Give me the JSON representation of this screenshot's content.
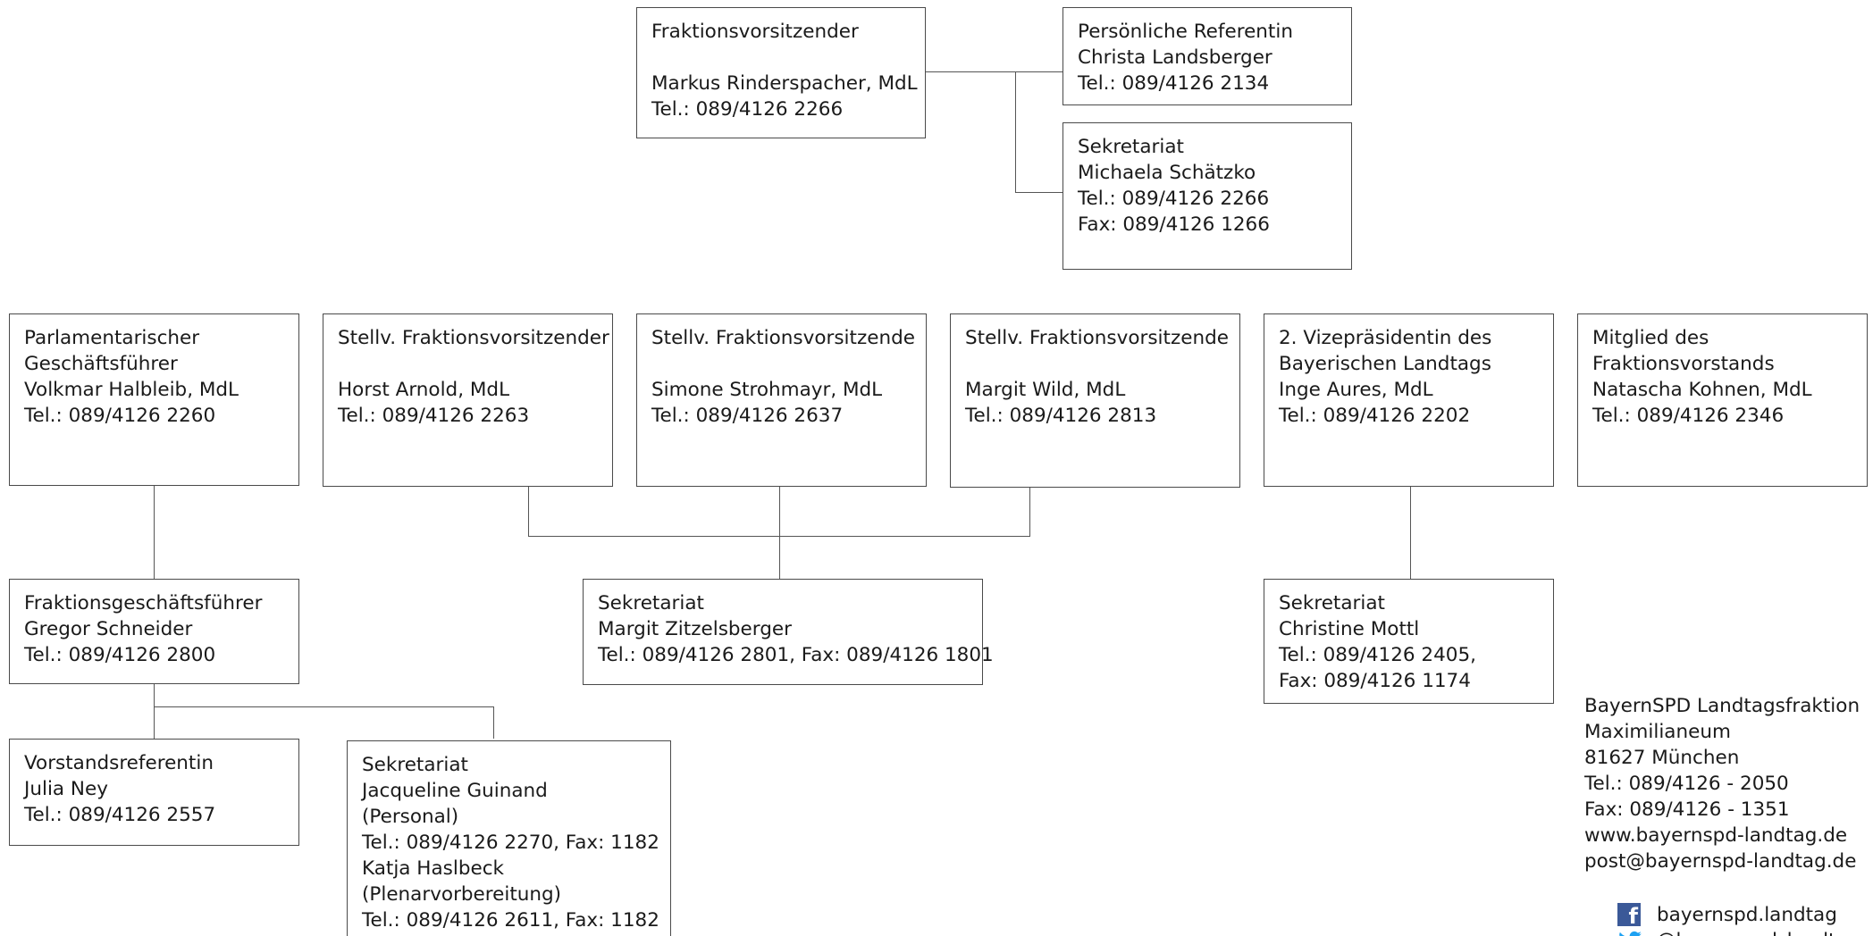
{
  "top": {
    "chair": {
      "title": "Fraktionsvorsitzender",
      "name": "Markus Rinderspacher, MdL",
      "tel": "Tel.: 089/4126 2266"
    },
    "referentin": {
      "title": "Persönliche Referentin",
      "name": "Christa Landsberger",
      "tel": "Tel.: 089/4126 2134"
    },
    "secretariat": {
      "title": "Sekretariat",
      "name": "Michaela Schätzko",
      "tel": "Tel.: 089/4126  2266",
      "fax": "Fax: 089/4126 1266"
    }
  },
  "deputies": [
    {
      "title1": "Parlamentarischer",
      "title2": "Geschäftsführer",
      "name": "Volkmar Halbleib, MdL",
      "tel": "Tel.: 089/4126 2260"
    },
    {
      "title1": "Stellv. Fraktionsvorsitzender",
      "name": "Horst Arnold, MdL",
      "tel": "Tel.: 089/4126 2263"
    },
    {
      "title1": "Stellv. Fraktionsvorsitzende",
      "name": "Simone Strohmayr, MdL",
      "tel": "Tel.: 089/4126 2637"
    },
    {
      "title1": "Stellv. Fraktionsvorsitzende",
      "name": "Margit Wild, MdL",
      "tel": "Tel.: 089/4126 2813"
    },
    {
      "title1": "2. Vizepräsidentin des",
      "title2": "Bayerischen Landtags",
      "name": "Inge Aures, MdL",
      "tel": "Tel.: 089/4126 2202"
    },
    {
      "title1": "Mitglied des",
      "title2": "Fraktionsvorstands",
      "name": "Natascha Kohnen, MdL",
      "tel": "Tel.: 089/4126 2346"
    }
  ],
  "managing_director": {
    "title": "Fraktionsgeschäftsführer",
    "name": "Gregor Schneider",
    "tel": "Tel.: 089/4126 2800"
  },
  "secretariat_deputies": {
    "title": "Sekretariat",
    "name": "Margit Zitzelsberger",
    "tel": "Tel.: 089/4126 2801, Fax: 089/4126 1801"
  },
  "secretariat_vp": {
    "title": "Sekretariat",
    "name": "Christine Mottl",
    "tel": "Tel.: 089/4126  2405,",
    "fax": "Fax: 089/4126 1174"
  },
  "board_referentin": {
    "title": "Vorstandsreferentin",
    "name": "Julia Ney",
    "tel": "Tel.: 089/4126 2557"
  },
  "secretariat_md": {
    "title": "Sekretariat",
    "name1": "Jacqueline Guinand",
    "role1": "(Personal)",
    "tel1": "Tel.: 089/4126 2270, Fax: 1182",
    "name2": "Katja Haslbeck",
    "role2": "(Plenarvorbereitung)",
    "tel2": "Tel.: 089/4126 2611, Fax: 1182"
  },
  "contact": {
    "org": "BayernSPD Landtagsfraktion",
    "building": "Maximilianeum",
    "city": "81627 München",
    "tel": "Tel.: 089/4126 - 2050",
    "fax": "Fax: 089/4126 - 1351",
    "web": "www.bayernspd-landtag.de",
    "email": "post@bayernspd-landtag.de"
  },
  "social": {
    "facebook": {
      "icon": "facebook-icon",
      "label": "bayernspd.landtag",
      "color": "#3b5998"
    },
    "twitter": {
      "icon": "twitter-icon",
      "label": "@bayernspd_landtag",
      "color": "#1da1f2"
    }
  }
}
